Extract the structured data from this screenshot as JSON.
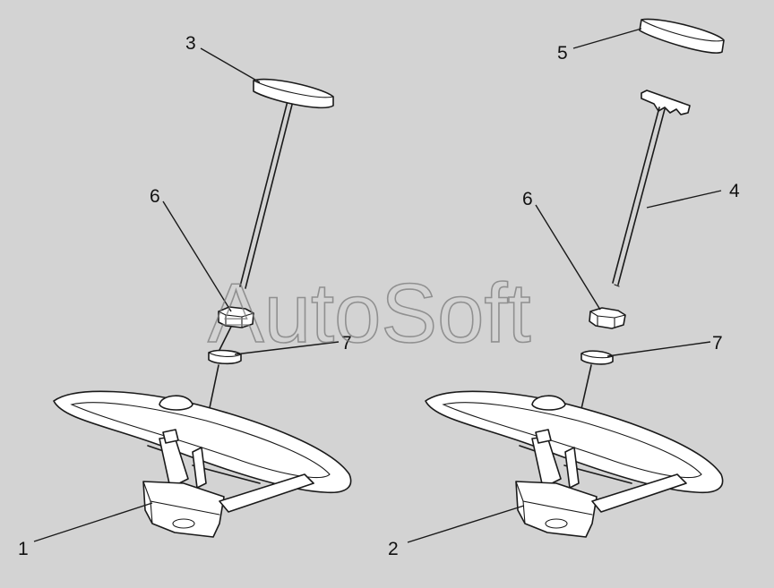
{
  "watermark": "AutoSoft",
  "callouts": {
    "c1": "1",
    "c2": "2",
    "c3": "3",
    "c4": "4",
    "c5": "5",
    "c6_left": "6",
    "c6_right": "6",
    "c7_left": "7",
    "c7_right": "7"
  },
  "colors": {
    "background": "#d3d3d3",
    "part_fill": "#ffffff",
    "line": "#1a1a1a"
  }
}
